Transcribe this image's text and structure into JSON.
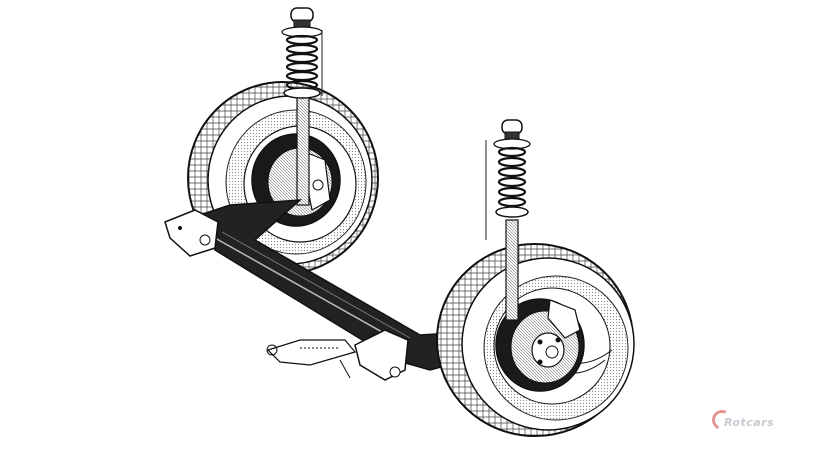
{
  "image": {
    "subject": "Rear twist-beam axle suspension technical illustration",
    "style": "black and white line drawing",
    "background": "#ffffff",
    "ink": "#111111"
  },
  "watermark": {
    "text": "Rotcars",
    "accent_color": "#e07070",
    "text_color": "#b8b8c4"
  },
  "components": [
    {
      "name": "left-coil-spring-shock",
      "label": "Coil spring over shock absorber"
    },
    {
      "name": "right-coil-spring-shock",
      "label": "Coil spring over shock absorber"
    },
    {
      "name": "left-wheel",
      "label": "Tyre with drum brake"
    },
    {
      "name": "right-wheel",
      "label": "Tyre with disc brake and caliper"
    },
    {
      "name": "twist-beam",
      "label": "Axle beam"
    },
    {
      "name": "mounting-brackets",
      "label": "Body mounting brackets"
    },
    {
      "name": "brake-compensator",
      "label": "Brake pressure regulator linkage"
    }
  ]
}
